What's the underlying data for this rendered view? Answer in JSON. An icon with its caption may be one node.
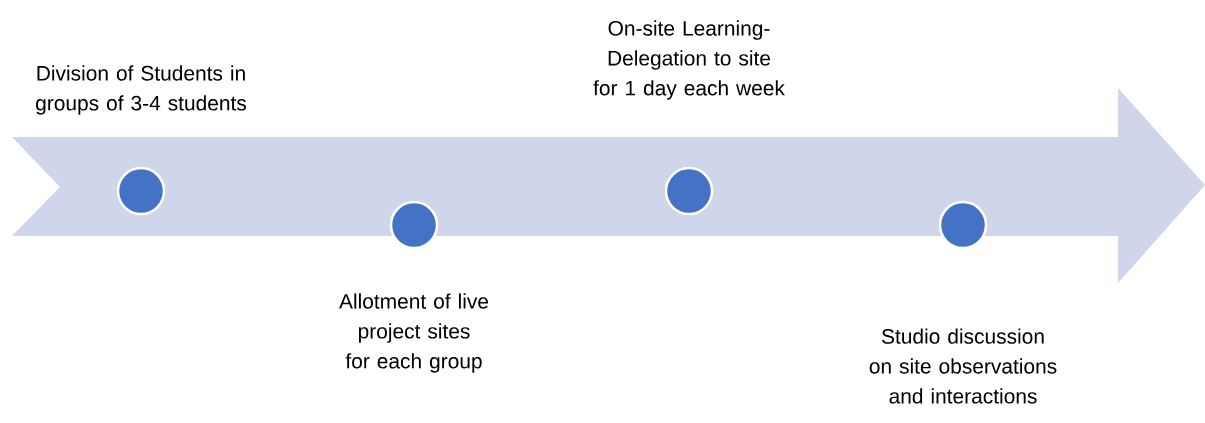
{
  "diagram": {
    "nodes": [
      {
        "text": [],
        "shape": "circle",
        "beside": [
          "Division of Students in groups of 3-4 students"
        ]
      },
      {
        "text": [],
        "shape": "circle",
        "beside": [
          "Allotment of live project sites for each group"
        ]
      },
      {
        "text": [],
        "shape": "circle",
        "beside": [
          "On-site Learning- Delegation to site for 1 day each week"
        ]
      },
      {
        "text": [],
        "shape": "circle",
        "beside": [
          "Studio discussion on site observations and interactions"
        ]
      }
    ]
  }
}
